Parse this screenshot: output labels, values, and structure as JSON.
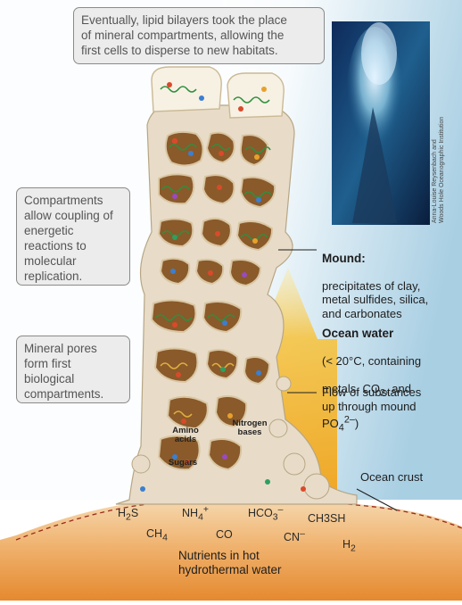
{
  "callouts": {
    "top": "Eventually, lipid bilayers took the place\nof mineral compartments, allowing the\nfirst cells to disperse to new habitats.",
    "middle": "Compartments\nallow coupling of\nenergetic\nreactions to\nmolecular\nreplication.",
    "lower": "Mineral pores\nform first\nbiological\ncompartments."
  },
  "photo_credit": "Anna-Louise Reysenbach and\nWoods Hole Oceanographic Institution",
  "mound": {
    "heading": "Mound:",
    "body": "precipitates of clay,\nmetal sulfides, silica,\nand carbonates"
  },
  "ocean": {
    "heading": "Ocean water",
    "line1": "(< 20°C, containing",
    "line2_a": "metals, CO",
    "line2_sub": "2",
    "line2_b": ", and",
    "line3_a": "PO",
    "line3_sub": "4",
    "line3_sup": "2–",
    "line3_b": ")"
  },
  "flow_label": "Flow of substances\nup through mound",
  "ocean_crust": "Ocean crust",
  "inside": {
    "amino": "Amino\nacids",
    "nitrogen": "Nitrogen\nbases",
    "sugars": "Sugars"
  },
  "chemicals": {
    "h2s_a": "H",
    "h2s_sub": "2",
    "h2s_b": "S",
    "nh4_a": "NH",
    "nh4_sub": "4",
    "nh4_sup": "+",
    "hco3_a": "HCO",
    "hco3_sub": "3",
    "hco3_sup": "–",
    "ch3sh": "CH3SH",
    "ch4_a": "CH",
    "ch4_sub": "4",
    "co": "CO",
    "cn_a": "CN",
    "cn_sup": "–",
    "h2_a": "H",
    "h2_sub": "2"
  },
  "nutrients": "Nutrients in hot\nhydrothermal water",
  "colors": {
    "mound": "#e8dcc8",
    "pore": "#8a5a2a",
    "arrow": "#f3b51c",
    "ocean_top": "#ffffff",
    "ocean_bottom": "#a9cfe3",
    "hydrothermal": "#e9923a"
  }
}
